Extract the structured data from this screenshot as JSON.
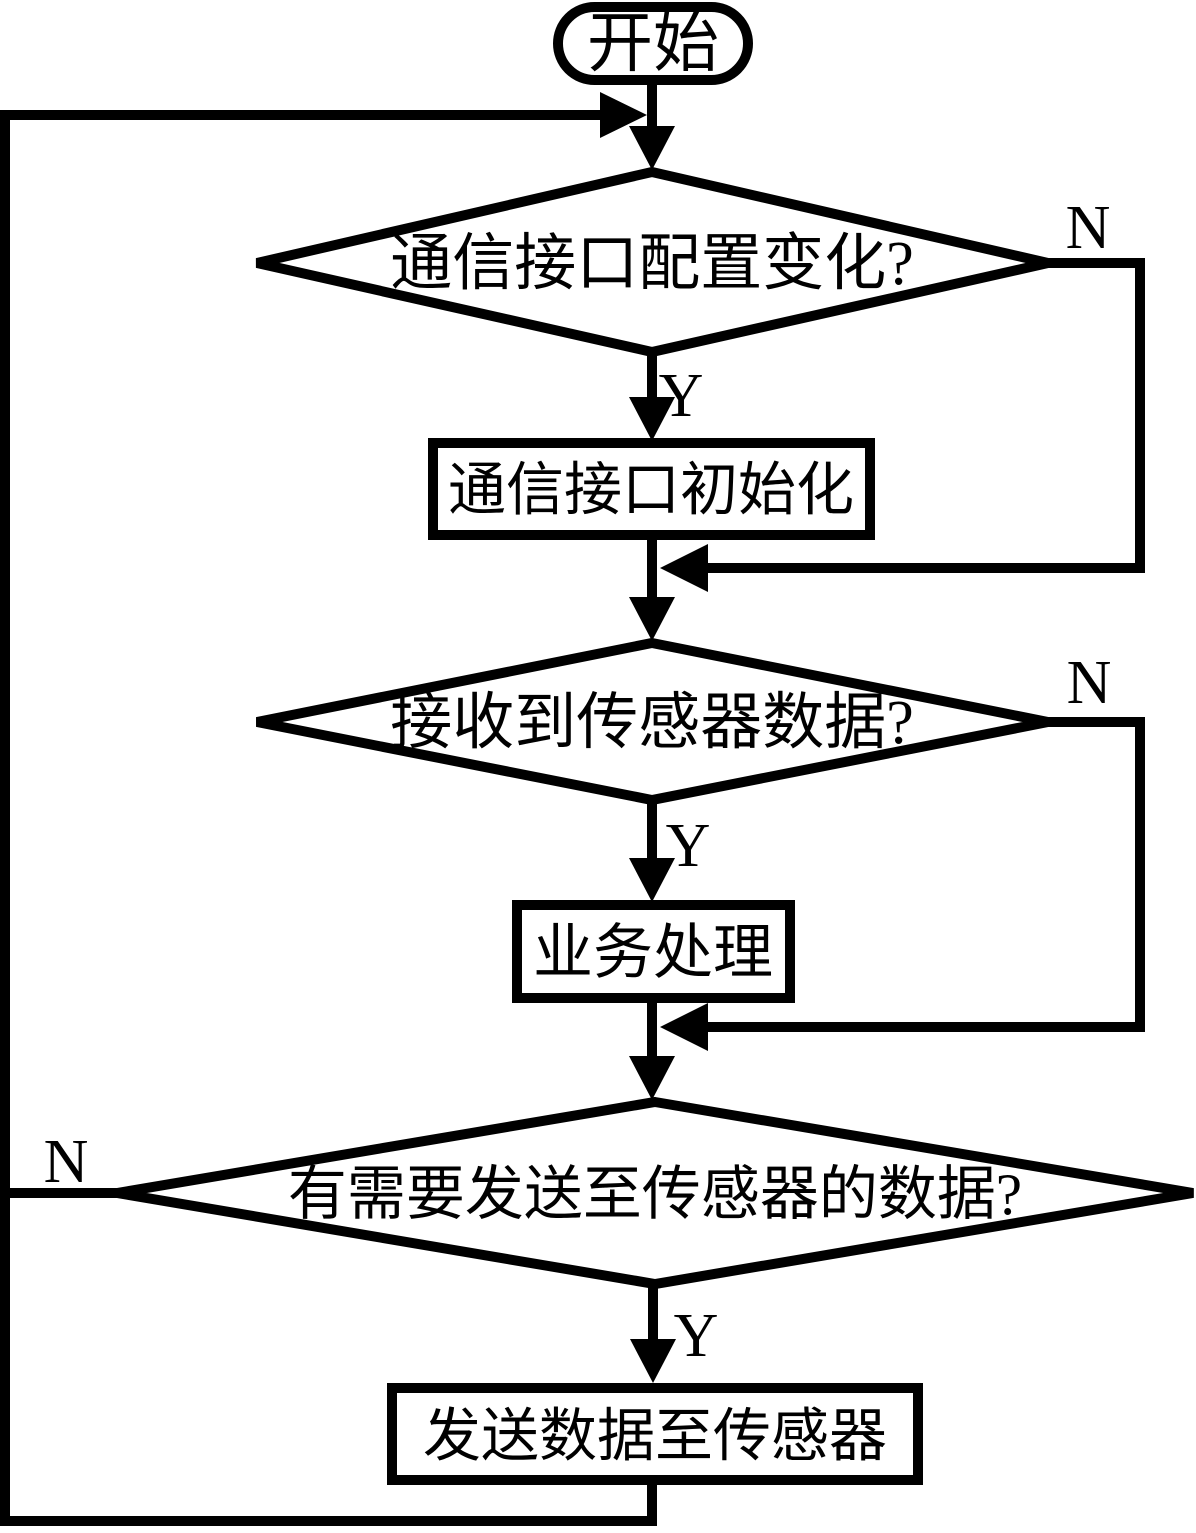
{
  "flowchart": {
    "background": "#ffffff",
    "stroke_color": "#000000",
    "start_node": {
      "label": "开始"
    },
    "decisions": [
      {
        "label": "通信接口配置变化?",
        "yes": "Y",
        "no": "N"
      },
      {
        "label": "接收到传感器数据?",
        "yes": "Y",
        "no": "N"
      },
      {
        "label": "有需要发送至传感器的数据?",
        "yes": "Y",
        "no": "N"
      }
    ],
    "processes": [
      {
        "label": "通信接口初始化"
      },
      {
        "label": "业务处理"
      },
      {
        "label": "发送数据至传感器"
      }
    ]
  }
}
